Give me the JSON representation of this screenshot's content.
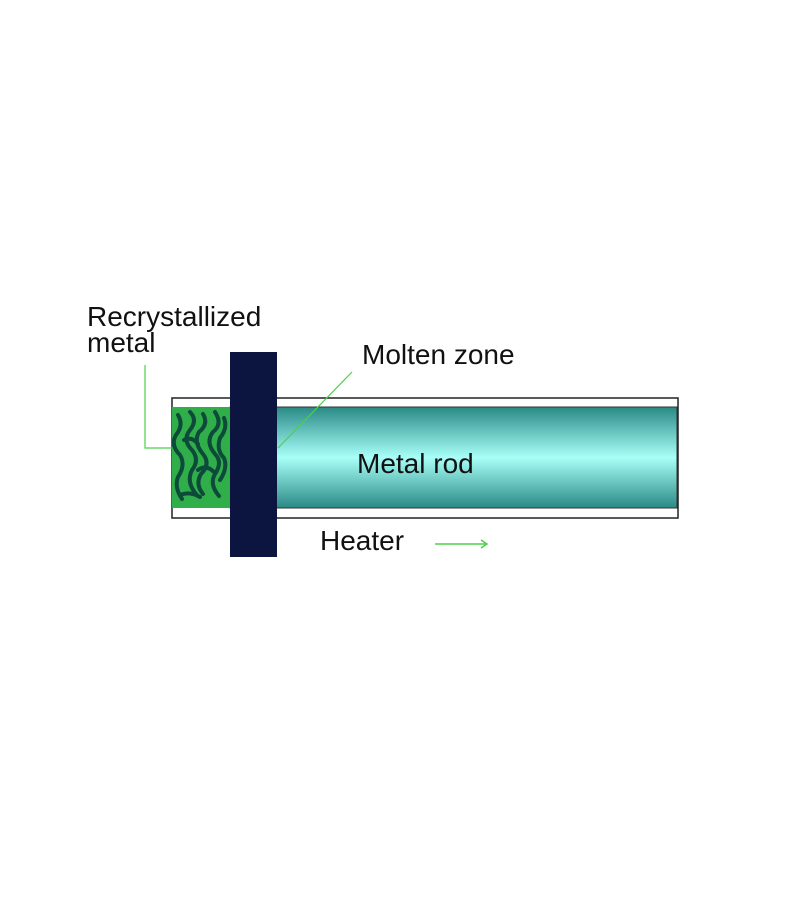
{
  "diagram": {
    "labels": {
      "recrystallized_line1": "Recrystallized",
      "recrystallized_line2": "metal",
      "molten_zone": "Molten zone",
      "metal_rod": "Metal rod",
      "heater": "Heater"
    },
    "colors": {
      "rod_edge": "#2a8a86",
      "rod_center": "#a8fff8",
      "recrystallized": "#2fae4a",
      "grain": "#0d4a3a",
      "heater": "#0b1540",
      "leader_line": "#4cd04c"
    }
  }
}
